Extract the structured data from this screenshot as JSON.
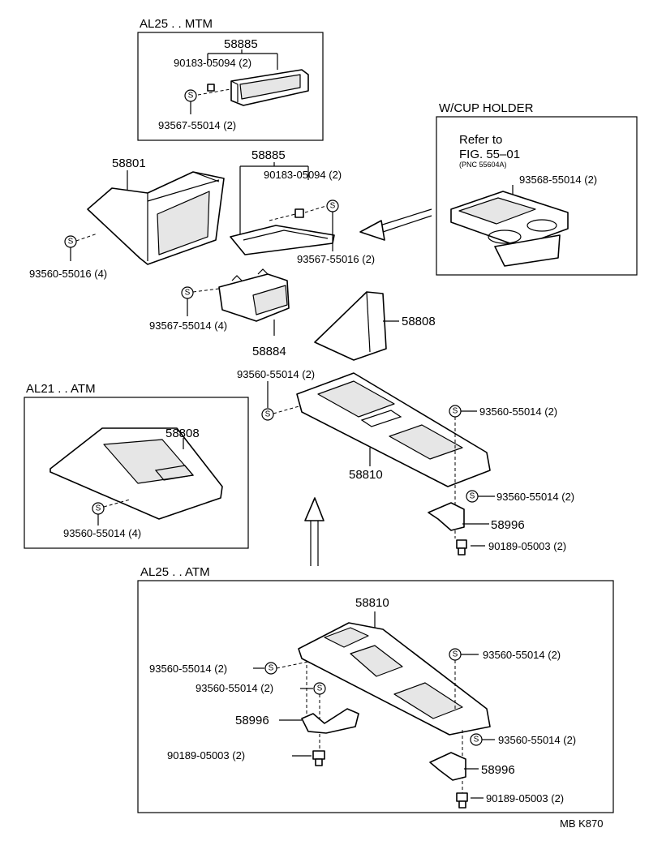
{
  "sections": {
    "al25_mtm": "AL25 . . MTM",
    "cup_holder": "W/CUP HOLDER",
    "al21_atm": "AL21 . . ATM",
    "al25_atm": "AL25 . . ATM"
  },
  "screw_symbol": "S",
  "mtm_box": {
    "part_58885": "58885",
    "part_90183": "90183-05094 (2)",
    "part_93567": "93567-55014 (2)"
  },
  "cup_box": {
    "refer1": "Refer to",
    "refer2": "FIG. 55–01",
    "refer3": "(PNC 55604A)",
    "part_93568": "93568-55014 (2)"
  },
  "main": {
    "p58801": "58801",
    "p93560_55016": "93560-55016 (4)",
    "p58885": "58885",
    "p90183": "90183-05094 (2)",
    "p93567_55016": "93567-55016 (2)",
    "p93567_55014": "93567-55014 (4)",
    "p58884": "58884",
    "p58808": "58808",
    "p93560_top": "93560-55014 (2)",
    "p93560_right": "93560-55014 (2)",
    "p58810": "58810",
    "p93560_bracket": "93560-55014 (2)",
    "p58996": "58996",
    "p90189": "90189-05003 (2)"
  },
  "al21_box": {
    "p58808": "58808",
    "p93560": "93560-55014 (4)"
  },
  "al25_box": {
    "p58810": "58810",
    "p93560_left1": "93560-55014 (2)",
    "p93560_left2": "93560-55014 (2)",
    "p58996_left": "58996",
    "p90189_left": "90189-05003 (2)",
    "p93560_right1": "93560-55014 (2)",
    "p93560_right2": "93560-55014 (2)",
    "p58996_right": "58996",
    "p90189_right": "90189-05003 (2)"
  },
  "footer": "MB  K870"
}
